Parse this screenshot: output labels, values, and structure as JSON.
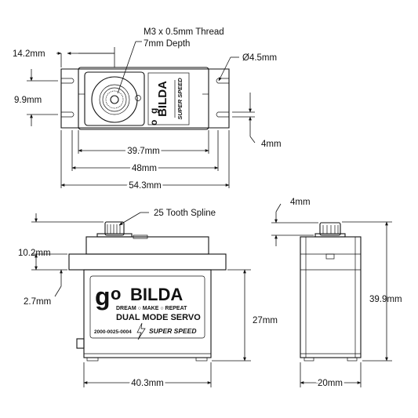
{
  "top_view": {
    "thread_callout_line1": "M3 x 0.5mm Thread",
    "thread_callout_line2": "7mm Depth",
    "hole_diameter": "Ø4.5mm",
    "left_offset": "14.2mm",
    "ear_height": "9.9mm",
    "ear_slot": "4mm",
    "body_length": "39.7mm",
    "hole_spacing": "48mm",
    "overall_length": "54.3mm"
  },
  "top_label": {
    "brand": "BILDA",
    "product": "SUPER SPEED"
  },
  "front_view": {
    "spline_callout": "25 Tooth Spline",
    "spline_height": "10.2mm",
    "flange_thickness": "2.7mm",
    "body_height": "27mm",
    "body_width": "40.3mm"
  },
  "front_label": {
    "brand": "BILDA",
    "tagline": "DREAM ○ MAKE ○ REPEAT",
    "product": "DUAL MODE SERVO",
    "part_number": "2000-0025-0004",
    "speed": "SUPER SPEED"
  },
  "side_view": {
    "spline_offset": "4mm",
    "overall_height": "39.9mm",
    "depth": "20mm"
  }
}
